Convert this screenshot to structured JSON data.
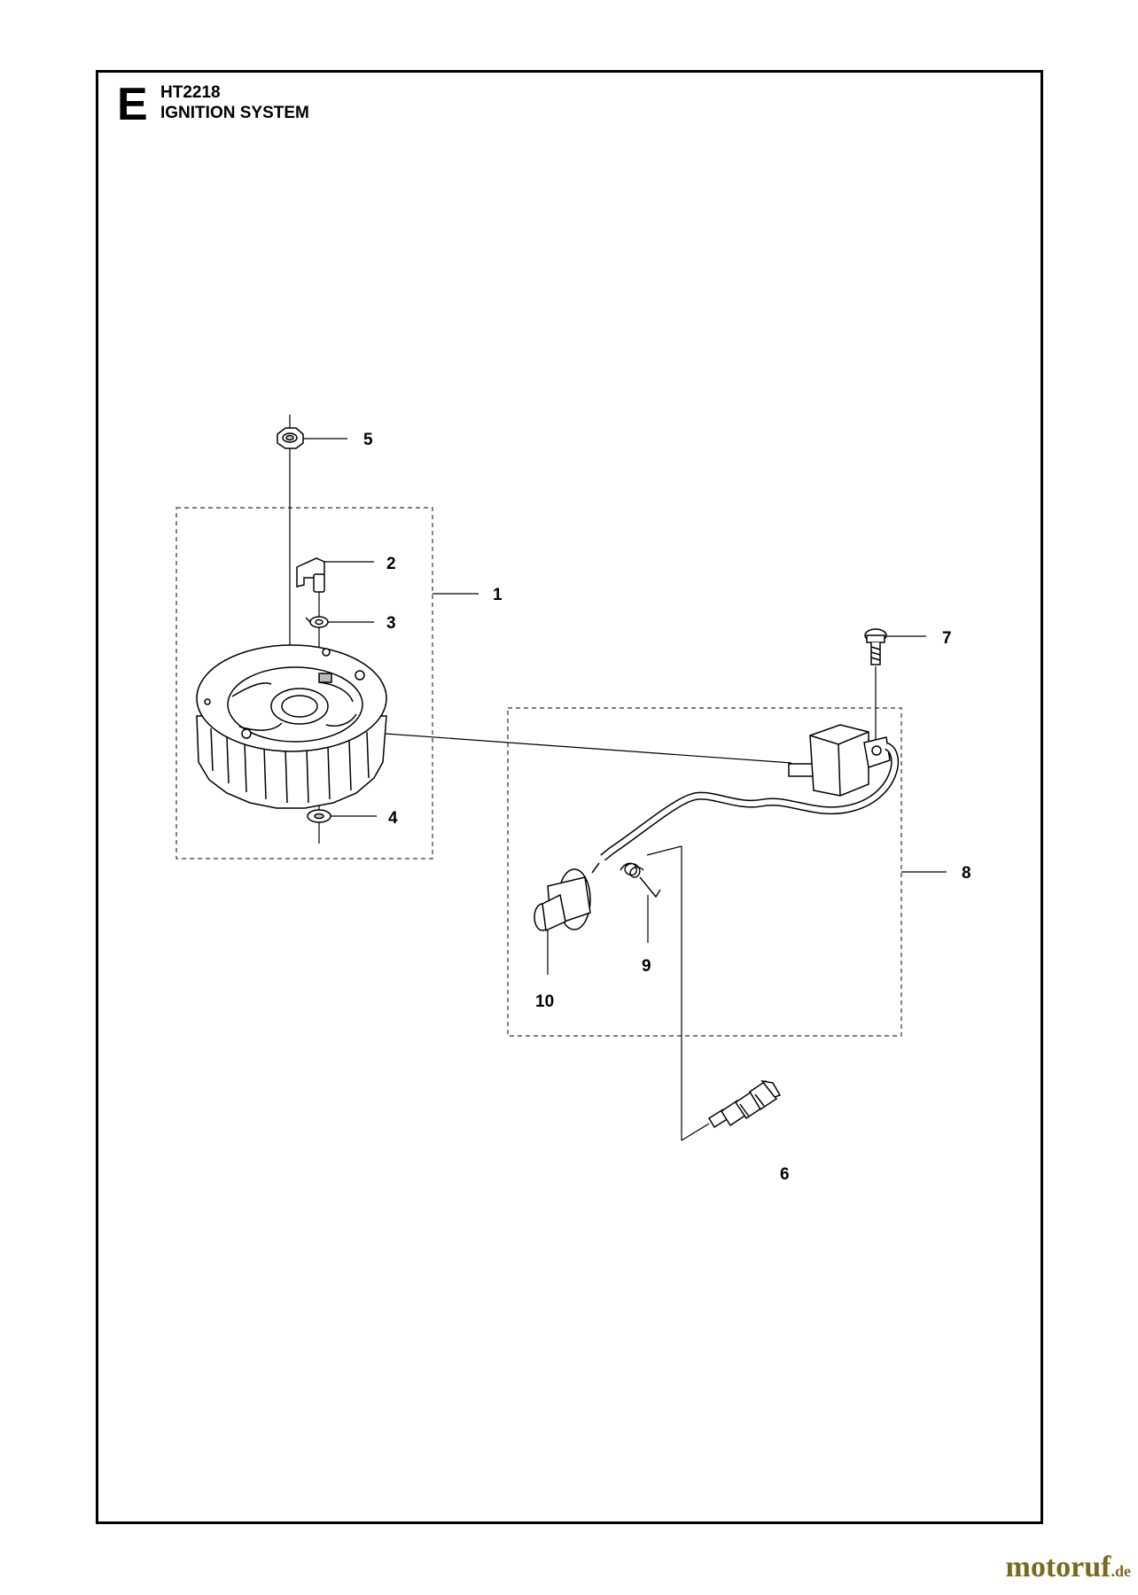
{
  "header": {
    "section_letter": "E",
    "model": "HT2218",
    "title": "IGNITION SYSTEM"
  },
  "callouts": [
    {
      "id": "c1",
      "label": "1"
    },
    {
      "id": "c2",
      "label": "2"
    },
    {
      "id": "c3",
      "label": "3"
    },
    {
      "id": "c4",
      "label": "4"
    },
    {
      "id": "c5",
      "label": "5"
    },
    {
      "id": "c6",
      "label": "6"
    },
    {
      "id": "c7",
      "label": "7"
    },
    {
      "id": "c8",
      "label": "8"
    },
    {
      "id": "c9",
      "label": "9"
    },
    {
      "id": "c10",
      "label": "10"
    }
  ],
  "watermark": {
    "name": "motoruf",
    "suffix": ".de"
  },
  "colors": {
    "line": "#000000",
    "watermark": "#7a6a1e"
  }
}
